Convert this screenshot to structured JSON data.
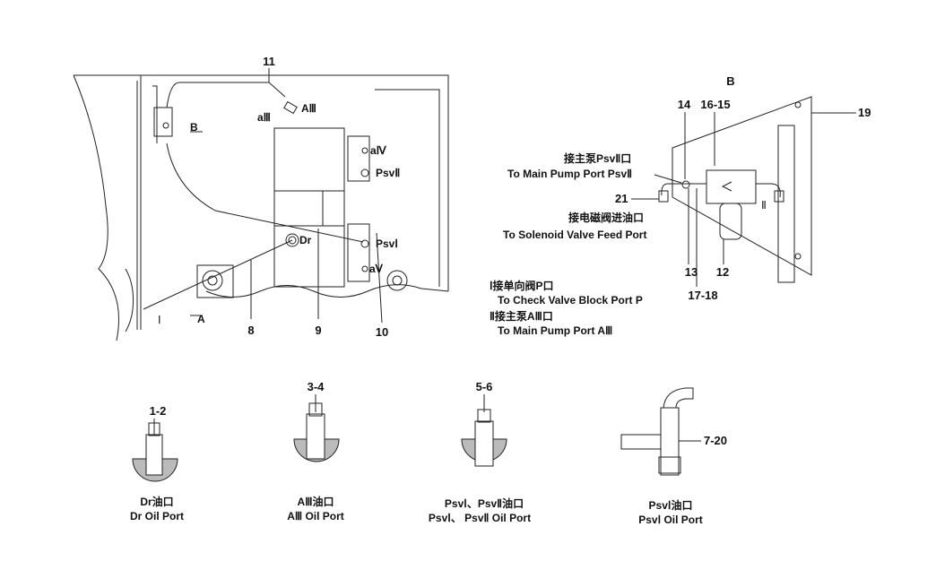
{
  "view_a": {
    "callouts": [
      "11",
      "8",
      "9",
      "10"
    ],
    "ports": {
      "a3": "aⅢ",
      "A3": "AⅢ",
      "a4": "aⅣ",
      "psv2": "PsvⅡ",
      "psv1": "PsvⅠ",
      "a5": "aⅤ",
      "dr": "Dr"
    },
    "view_markers": {
      "b": "B",
      "a": "A",
      "i": "Ⅰ"
    }
  },
  "view_b": {
    "title": "B",
    "callouts": [
      "14",
      "16-15",
      "19",
      "21",
      "13",
      "12",
      "17-18"
    ],
    "port_ii": "Ⅱ",
    "label_psv2_cn": "接主泵PsvⅡ口",
    "label_psv2_en": "To Main Pump Port PsvⅡ",
    "label_feed_cn": "接电磁阀进油口",
    "label_feed_en": "To Solenoid Valve Feed Port",
    "note1_cn": "Ⅰ接单向阀P口",
    "note1_en": "To Check Valve Block Port P",
    "note2_cn": "Ⅱ接主泵AⅢ口",
    "note2_en": "To Main Pump Port AⅢ"
  },
  "details": [
    {
      "callout": "1-2",
      "cn": "Dr油口",
      "en": "Dr Oil Port"
    },
    {
      "callout": "3-4",
      "cn": "AⅢ油口",
      "en": "AⅢ Oil Port"
    },
    {
      "callout": "5-6",
      "cn": "PsvⅠ、PsvⅡ油口",
      "en": "PsvⅠ、 PsvⅡ Oil Port"
    },
    {
      "callout": "7-20",
      "cn": "PsvⅠ油口",
      "en": "PsvⅠ Oil Port"
    }
  ]
}
